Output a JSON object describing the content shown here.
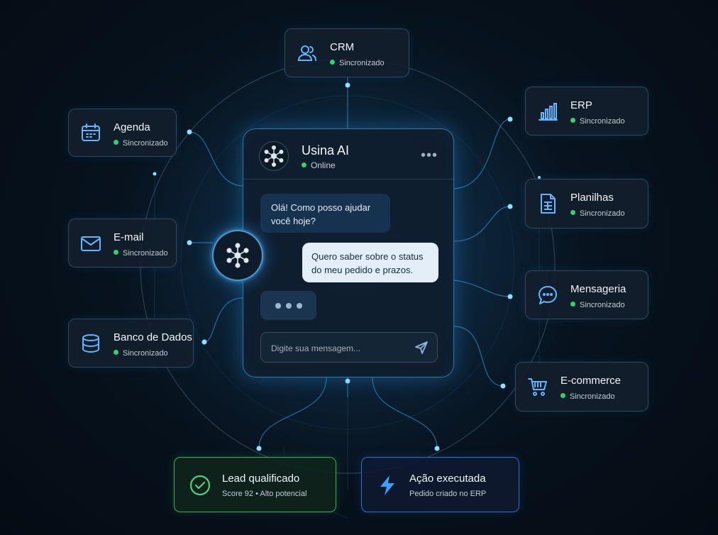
{
  "chat": {
    "name": "Usina AI",
    "status": "Online",
    "menu_icon": "more-horizontal-icon",
    "bot_message": "Olá! Como posso ajudar você hoje?",
    "user_message": "Quero saber sobre o status do meu pedido e prazos.",
    "input_placeholder": "Digite sua mensagem...",
    "send_icon": "send-icon"
  },
  "integrations": {
    "crm": {
      "title": "CRM",
      "status": "Sincronizado",
      "icon": "users-icon"
    },
    "agenda": {
      "title": "Agenda",
      "status": "Sincronizado",
      "icon": "calendar-icon"
    },
    "email": {
      "title": "E-mail",
      "status": "Sincronizado",
      "icon": "mail-icon"
    },
    "banco": {
      "title": "Banco de Dados",
      "status": "Sincronizado",
      "icon": "database-icon"
    },
    "erp": {
      "title": "ERP",
      "status": "Sincronizado",
      "icon": "bar-chart-icon"
    },
    "planilhas": {
      "title": "Planilhas",
      "status": "Sincronizado",
      "icon": "spreadsheet-icon"
    },
    "mensageria": {
      "title": "Mensageria",
      "status": "Sincronizado",
      "icon": "message-icon"
    },
    "ecommerce": {
      "title": "E-commerce",
      "status": "Sincronizado",
      "icon": "shopping-cart-icon"
    }
  },
  "results": {
    "lead": {
      "title": "Lead qualificado",
      "subtitle": "Score 92 • Alto potencial",
      "icon": "check-circle-icon"
    },
    "action": {
      "title": "Ação executada",
      "subtitle": "Pedido criado no ERP",
      "icon": "lightning-icon"
    }
  },
  "colors": {
    "accent": "#3aa8ff",
    "status_green": "#35d06b",
    "lead_border": "#3fae5e",
    "action_border": "#2f6fd0"
  }
}
